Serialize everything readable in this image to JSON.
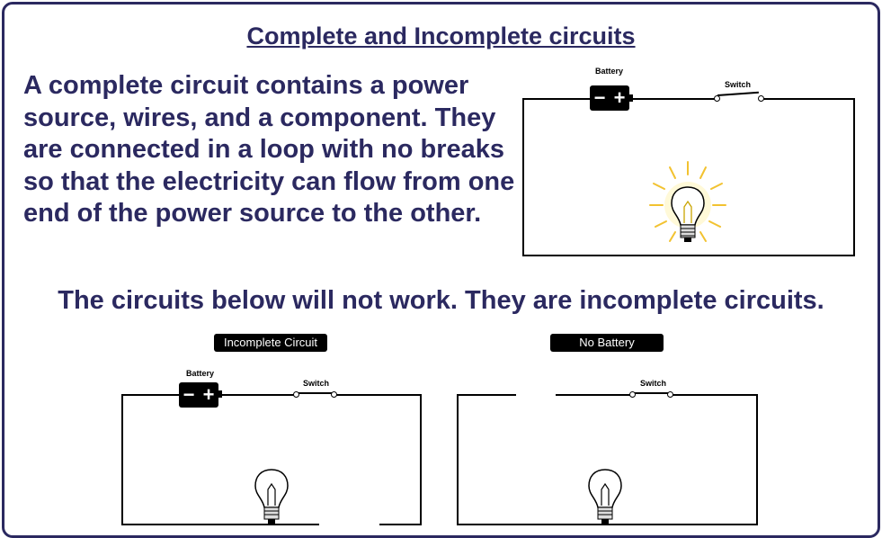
{
  "title": "Complete and Incomplete circuits",
  "intro": "A complete circuit contains a power source, wires, and a component. They are connected in a loop with no breaks so that the electricity can flow from one end of the power source to the other.",
  "subheading": "The circuits below will not work. They are incomplete circuits.",
  "diagrams": {
    "complete": {
      "battery_label": "Battery",
      "switch_label": "Switch",
      "minus": "−",
      "plus": "+",
      "bulb_icon": "lit-light-bulb-icon"
    },
    "incomplete": {
      "tag": "Incomplete Circuit",
      "battery_label": "Battery",
      "switch_label": "Switch",
      "minus": "−",
      "plus": "+",
      "bulb_icon": "light-bulb-icon"
    },
    "no_battery": {
      "tag": "No Battery",
      "switch_label": "Switch",
      "bulb_icon": "light-bulb-icon"
    }
  },
  "colors": {
    "frame_border": "#2b2960",
    "heading_text": "#2b2960",
    "glow": "#f2c230"
  }
}
